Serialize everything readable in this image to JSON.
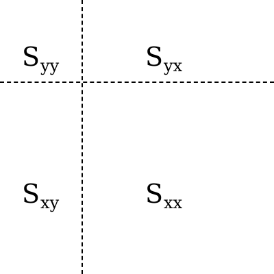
{
  "matrix": {
    "top_left": {
      "symbol": "S",
      "subscript": "yy"
    },
    "top_right": {
      "symbol": "S",
      "subscript": "yx"
    },
    "bottom_left": {
      "symbol": "S",
      "subscript": "xy"
    },
    "bottom_right": {
      "symbol": "S",
      "subscript": "xx"
    }
  },
  "style": {
    "line_color": "#000000",
    "text_color": "#000000",
    "background": "#ffffff",
    "line_style": "dashed"
  }
}
